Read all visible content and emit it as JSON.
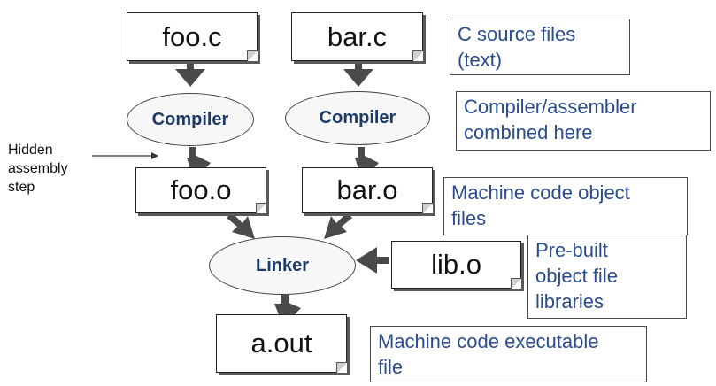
{
  "files": {
    "foo_c": "foo.c",
    "bar_c": "bar.c",
    "foo_o": "foo.o",
    "bar_o": "bar.o",
    "lib_o": "lib.o",
    "a_out": "a.out"
  },
  "tools": {
    "compiler_left": "Compiler",
    "compiler_right": "Compiler",
    "linker": "Linker"
  },
  "notes": {
    "source": [
      "C source files",
      "(text)"
    ],
    "compiler": [
      "Compiler/assembler",
      "combined here"
    ],
    "object": [
      "Machine code object",
      "files"
    ],
    "libraries": [
      "Pre-built",
      "object file",
      "libraries"
    ],
    "executable": [
      "Machine code executable",
      "file"
    ]
  },
  "side_label": [
    "Hidden",
    "assembly",
    "step"
  ]
}
